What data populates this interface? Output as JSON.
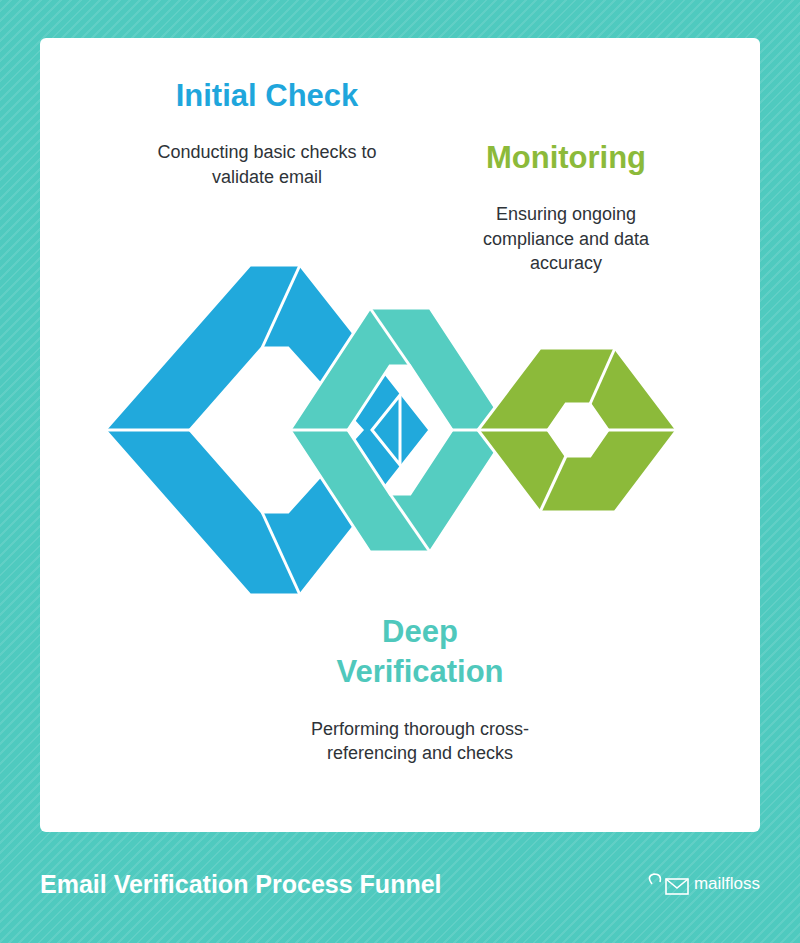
{
  "diagram": {
    "title": "Email Verification Process Funnel",
    "nodes": [
      {
        "text": [
          "Initial Check",
          "Conducting basic checks to validate email"
        ]
      },
      {
        "text": [
          "Monitoring",
          "Ensuring ongoing compliance and data accuracy"
        ]
      },
      {
        "text": [
          "Deep Verification",
          "Performing thorough cross-referencing and checks"
        ]
      }
    ],
    "labels": [
      "mailfloss"
    ]
  }
}
